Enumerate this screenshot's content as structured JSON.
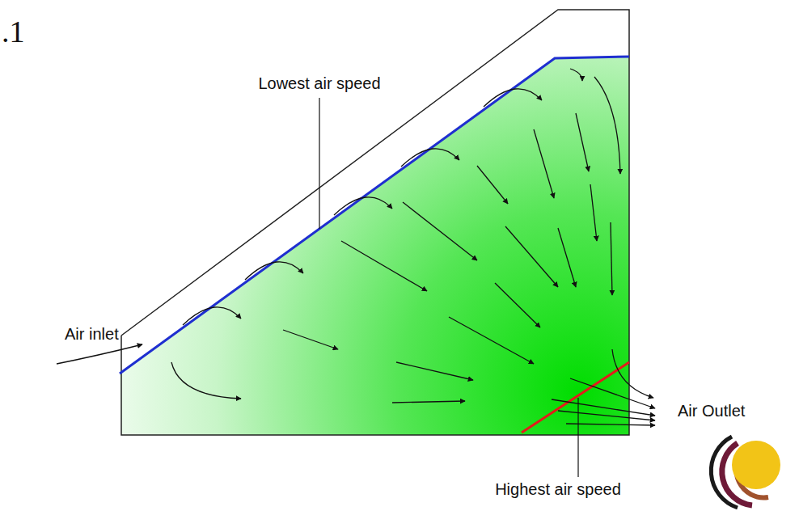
{
  "diagram": {
    "labels": [
      ".1",
      "Lowest air speed",
      "Air inlet",
      "Air Outlet",
      "Highest air speed"
    ]
  }
}
